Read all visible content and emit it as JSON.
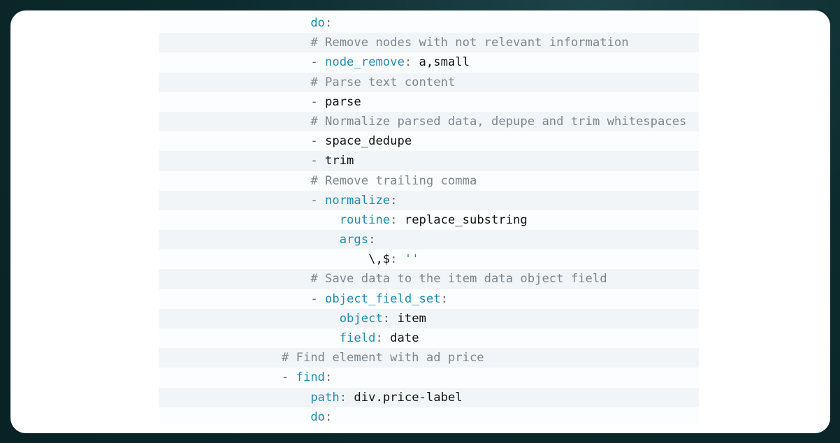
{
  "colors": {
    "key": "#1f8db3",
    "comment": "#7d8790",
    "value": "#151515",
    "string": "#3a9a3a",
    "stripe": "#f2f5f8",
    "background": "#0c2a2d"
  },
  "code_lines": [
    {
      "indent": 2,
      "tokens": [
        {
          "t": "do",
          "c": "k"
        },
        {
          "t": ":",
          "c": "p"
        }
      ]
    },
    {
      "indent": 2,
      "tokens": [
        {
          "t": "# Remove nodes with not relevant information",
          "c": "c"
        }
      ]
    },
    {
      "indent": 2,
      "tokens": [
        {
          "t": "- ",
          "c": "p"
        },
        {
          "t": "node_remove",
          "c": "k"
        },
        {
          "t": ": ",
          "c": "p"
        },
        {
          "t": "a,small",
          "c": "v"
        }
      ]
    },
    {
      "indent": 2,
      "tokens": [
        {
          "t": "# Parse text content",
          "c": "c"
        }
      ]
    },
    {
      "indent": 2,
      "tokens": [
        {
          "t": "- ",
          "c": "p"
        },
        {
          "t": "parse",
          "c": "v"
        }
      ]
    },
    {
      "indent": 2,
      "tokens": [
        {
          "t": "# Normalize parsed data, depupe and trim whitespaces",
          "c": "c"
        }
      ]
    },
    {
      "indent": 2,
      "tokens": [
        {
          "t": "- ",
          "c": "p"
        },
        {
          "t": "space_dedupe",
          "c": "v"
        }
      ]
    },
    {
      "indent": 2,
      "tokens": [
        {
          "t": "- ",
          "c": "p"
        },
        {
          "t": "trim",
          "c": "v"
        }
      ]
    },
    {
      "indent": 2,
      "tokens": [
        {
          "t": "# Remove trailing comma",
          "c": "c"
        }
      ]
    },
    {
      "indent": 2,
      "tokens": [
        {
          "t": "- ",
          "c": "p"
        },
        {
          "t": "normalize",
          "c": "k"
        },
        {
          "t": ":",
          "c": "p"
        }
      ]
    },
    {
      "indent": 4,
      "tokens": [
        {
          "t": "routine",
          "c": "k"
        },
        {
          "t": ": ",
          "c": "p"
        },
        {
          "t": "replace_substring",
          "c": "v"
        }
      ]
    },
    {
      "indent": 4,
      "tokens": [
        {
          "t": "args",
          "c": "k"
        },
        {
          "t": ":",
          "c": "p"
        }
      ]
    },
    {
      "indent": 6,
      "tokens": [
        {
          "t": "\\,$",
          "c": "v"
        },
        {
          "t": ": ",
          "c": "p"
        },
        {
          "t": "''",
          "c": "s"
        }
      ]
    },
    {
      "indent": 2,
      "tokens": [
        {
          "t": "# Save data to the item data object field",
          "c": "c"
        }
      ]
    },
    {
      "indent": 2,
      "tokens": [
        {
          "t": "- ",
          "c": "p"
        },
        {
          "t": "object_field_set",
          "c": "k"
        },
        {
          "t": ":",
          "c": "p"
        }
      ]
    },
    {
      "indent": 4,
      "tokens": [
        {
          "t": "object",
          "c": "k"
        },
        {
          "t": ": ",
          "c": "p"
        },
        {
          "t": "item",
          "c": "v"
        }
      ]
    },
    {
      "indent": 4,
      "tokens": [
        {
          "t": "field",
          "c": "k"
        },
        {
          "t": ": ",
          "c": "p"
        },
        {
          "t": "date",
          "c": "v"
        }
      ]
    },
    {
      "indent": 0,
      "tokens": [
        {
          "t": "# Find element with ad price",
          "c": "c"
        }
      ]
    },
    {
      "indent": 0,
      "tokens": [
        {
          "t": "- ",
          "c": "p"
        },
        {
          "t": "find",
          "c": "k"
        },
        {
          "t": ":",
          "c": "p"
        }
      ]
    },
    {
      "indent": 2,
      "tokens": [
        {
          "t": "path",
          "c": "k"
        },
        {
          "t": ": ",
          "c": "p"
        },
        {
          "t": "div.price-label",
          "c": "v"
        }
      ]
    },
    {
      "indent": 2,
      "tokens": [
        {
          "t": "do",
          "c": "k"
        },
        {
          "t": ":",
          "c": "p"
        }
      ]
    }
  ]
}
